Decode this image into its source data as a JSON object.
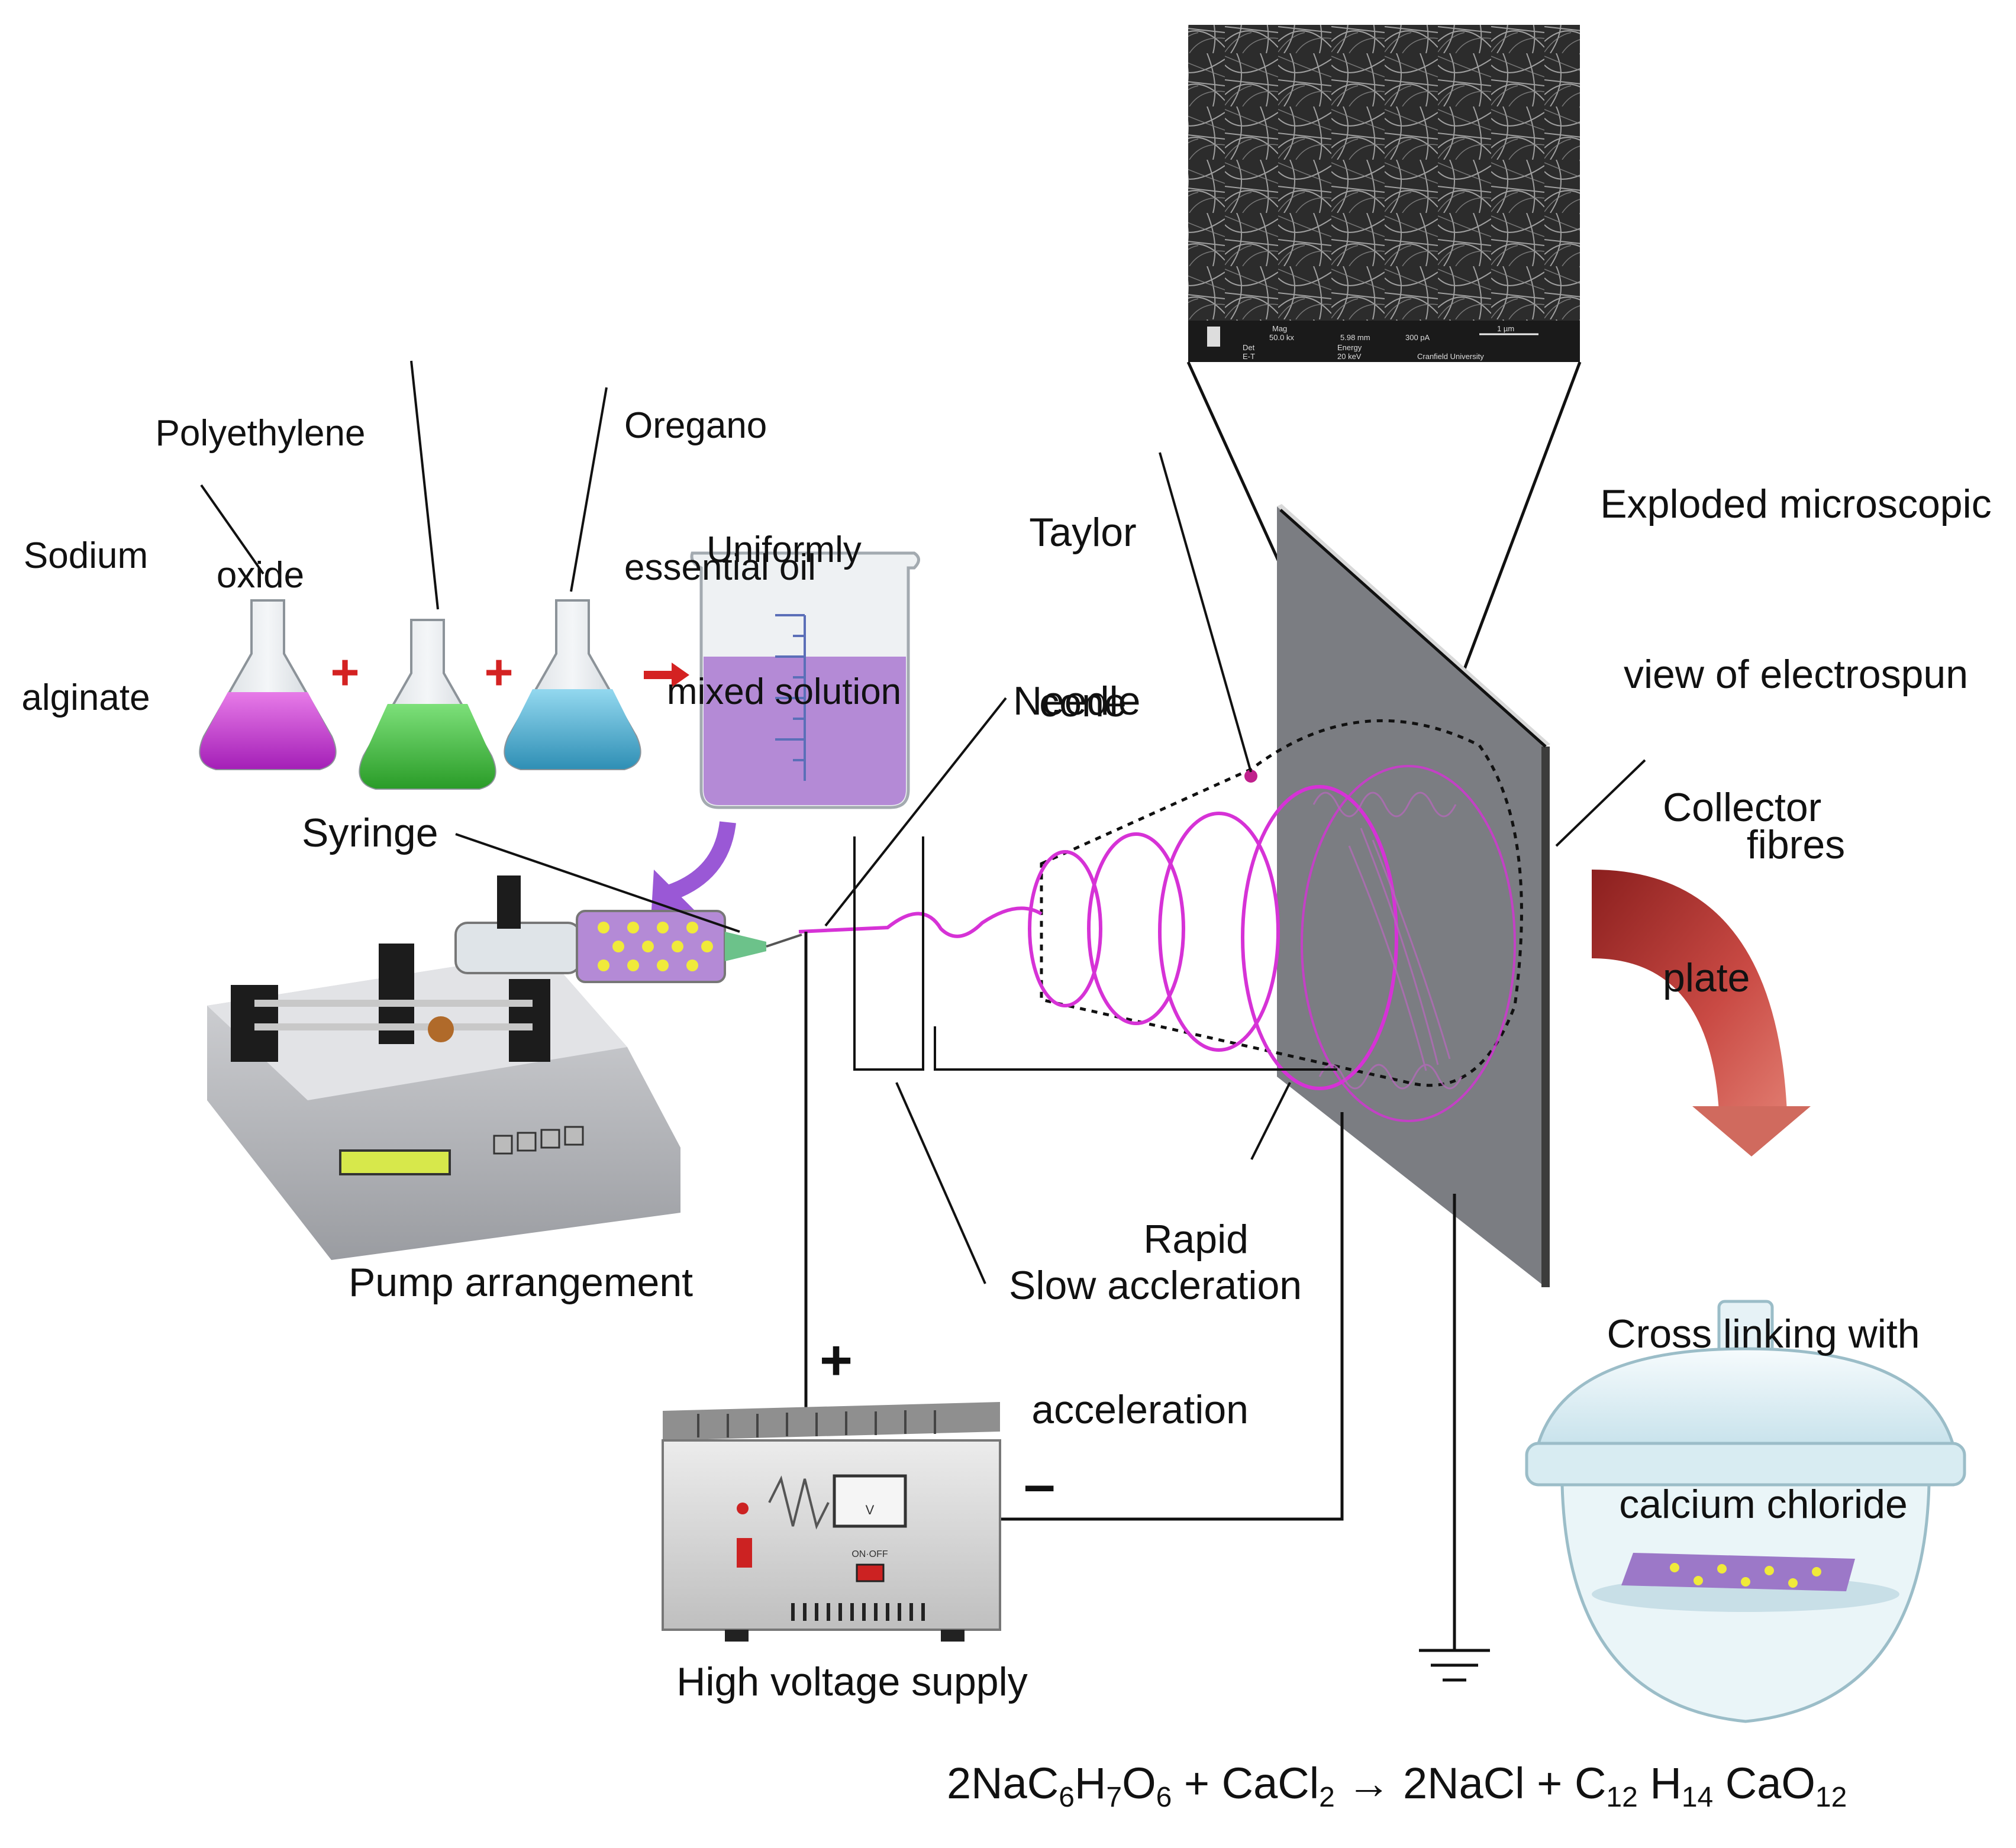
{
  "labels": {
    "sodium_alginate": [
      "Sodium",
      "alginate"
    ],
    "polyethylene_oxide": [
      "Polyethylene",
      "oxide"
    ],
    "oregano_oil": [
      "Oregano",
      "essential oil"
    ],
    "mixed_solution": [
      "Uniformly",
      "mixed solution"
    ],
    "syringe": "Syringe",
    "needle": "Needle",
    "taylor_cone": [
      "Taylor",
      "cone"
    ],
    "exploded_view": [
      "Exploded microscopic",
      "view of electrospun",
      "fibres"
    ],
    "collector_plate": [
      "Collector",
      "plate"
    ],
    "pump": "Pump arrangement",
    "rapid_acceleration": [
      "Rapid",
      "acceleration"
    ],
    "slow_acceleration": "Slow accleration",
    "high_voltage": "High voltage supply",
    "cross_linking": [
      "Cross linking with",
      "calcium chloride"
    ]
  },
  "signs": {
    "plus": "+",
    "minus": "–"
  },
  "sem_readout": {
    "mag_label": "Mag",
    "mag": "50.0 kx",
    "wd": "5.98 mm",
    "current": "300 pA",
    "det_label": "Det",
    "det": "E-T",
    "energy_label": "Energy",
    "energy": "20 keV",
    "org": "Cranfield University",
    "scale": "1 µm"
  },
  "power_supply": {
    "meter_label": "V",
    "switch_label": "ON·OFF"
  },
  "equation": {
    "lhs_1_coef": "2NaC",
    "lhs_1_s1": "6",
    "lhs_1_h": "H",
    "lhs_1_s2": "7",
    "lhs_1_o": "O",
    "lhs_1_s3": "6",
    "plus_1": " + ",
    "lhs_2": "CaCl",
    "lhs_2_s": "2",
    "arrow": " → ",
    "rhs_1": "2NaCl",
    "plus_2": " + ",
    "rhs_2_c": "C",
    "rhs_2_s1": "12",
    "rhs_2_h": " H",
    "rhs_2_s2": "14",
    "rhs_2_cao": " CaO",
    "rhs_2_s3": "12"
  },
  "colors": {
    "flask_magenta": "#c23bd6",
    "flask_green": "#3fbf3a",
    "flask_blue": "#4ab0d6",
    "solution_purple": "#b48ad6",
    "jet_magenta": "#d632d6",
    "plate_grey": "#7b7d82",
    "arrow_red": "#b83a38",
    "plus_red": "#d42222"
  }
}
